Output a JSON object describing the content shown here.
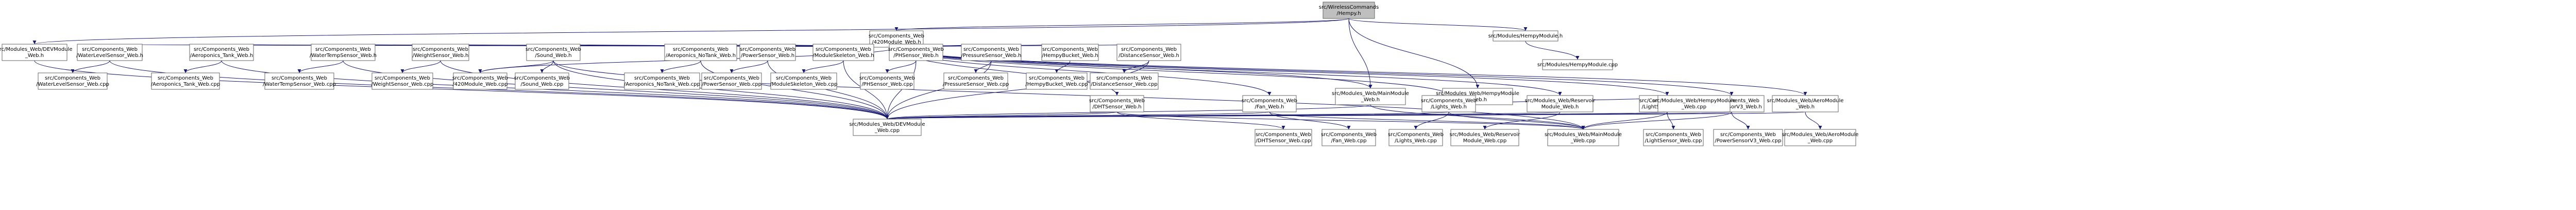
{
  "colors": {
    "edge": "#191970",
    "node_border": "#666666",
    "root_fill": "#bfbfbf",
    "node_fill": "#ffffff"
  },
  "nodes": [
    {
      "id": "root",
      "lines": [
        "src/WirelessCommands",
        "/Hempy.h"
      ]
    },
    {
      "id": "i2c",
      "lines": [
        "src/Components_Web",
        "/420Module_Web.h"
      ]
    },
    {
      "id": "mainmod",
      "lines": [
        "src/Modules_Web/MainModule",
        "_Web.h"
      ]
    },
    {
      "id": "hempymod_web",
      "lines": [
        "src/Modules_Web/HempyModule",
        "_Web.h"
      ]
    },
    {
      "id": "hempymod",
      "lines": [
        "src/Modules/HempyModule.h"
      ]
    },
    {
      "id": "hempymod_cpp",
      "lines": [
        "src/Modules/HempyModule.cpp"
      ]
    },
    {
      "id": "devmod",
      "lines": [
        "src/Modules_Web/DEVModule",
        "_Web.h"
      ]
    },
    {
      "id": "waterlevel",
      "lines": [
        "src/Components_Web",
        "/WaterLevelSensor_Web.h"
      ]
    },
    {
      "id": "aero_tank",
      "lines": [
        "src/Components_Web",
        "/Aeroponics_Tank_Web.h"
      ]
    },
    {
      "id": "watertemp",
      "lines": [
        "src/Components_Web",
        "/WaterTempSensor_Web.h"
      ]
    },
    {
      "id": "weight",
      "lines": [
        "src/Components_Web",
        "/WeightSensor_Web.h"
      ]
    },
    {
      "id": "sound",
      "lines": [
        "src/Components_Web",
        "/Sound_Web.h"
      ]
    },
    {
      "id": "aero_notank",
      "lines": [
        "src/Components_Web",
        "/Aeroponics_NoTank_Web.h"
      ]
    },
    {
      "id": "power",
      "lines": [
        "src/Components_Web",
        "/PowerSensor_Web.h"
      ]
    },
    {
      "id": "skeleton",
      "lines": [
        "src/Components_Web",
        "/ModuleSkeleton_Web.h"
      ]
    },
    {
      "id": "ph",
      "lines": [
        "src/Components_Web",
        "/PHSensor_Web.h"
      ]
    },
    {
      "id": "pressure",
      "lines": [
        "src/Components_Web",
        "/PressureSensor_Web.h"
      ]
    },
    {
      "id": "bucket",
      "lines": [
        "src/Components_Web",
        "/HempyBucket_Web.h"
      ]
    },
    {
      "id": "distance",
      "lines": [
        "src/Components_Web",
        "/DistanceSensor_Web.h"
      ]
    },
    {
      "id": "reservoir",
      "lines": [
        "src/Modules_Web/Reservoir",
        "Module_Web.h"
      ]
    },
    {
      "id": "lightsensor",
      "lines": [
        "src/Components_Web",
        "/LightSensor_Web.h"
      ]
    },
    {
      "id": "powerv3",
      "lines": [
        "src/Components_Web",
        "/PowerSensorV3_Web.h"
      ]
    },
    {
      "id": "aeromod",
      "lines": [
        "src/Modules_Web/AeroModule",
        "_Web.h"
      ]
    },
    {
      "id": "hempymod_web_cpp",
      "lines": [
        "src/Modules_Web/HempyModule",
        "_Web.cpp"
      ]
    },
    {
      "id": "dht",
      "lines": [
        "src/Components_Web",
        "/DHTSensor_Web.h"
      ]
    },
    {
      "id": "fan",
      "lines": [
        "src/Components_Web",
        "/Fan_Web.h"
      ]
    },
    {
      "id": "lights",
      "lines": [
        "src/Components_Web",
        "/Lights_Web.h"
      ]
    },
    {
      "id": "waterlevel_cpp",
      "lines": [
        "src/Components_Web",
        "/WaterLevelSensor_Web.cpp"
      ]
    },
    {
      "id": "aero_tank_cpp",
      "lines": [
        "src/Components_Web",
        "/Aeroponics_Tank_Web.cpp"
      ]
    },
    {
      "id": "watertemp_cpp",
      "lines": [
        "src/Components_Web",
        "/WaterTempSensor_Web.cpp"
      ]
    },
    {
      "id": "weight_cpp",
      "lines": [
        "src/Components_Web",
        "/WeightSensor_Web.cpp"
      ]
    },
    {
      "id": "i2c_cpp",
      "lines": [
        "src/Components_Web",
        "/420Module_Web.cpp"
      ]
    },
    {
      "id": "sound_cpp",
      "lines": [
        "src/Components_Web",
        "/Sound_Web.cpp"
      ]
    },
    {
      "id": "aero_notank_cpp",
      "lines": [
        "src/Components_Web",
        "/Aeroponics_NoTank_Web.cpp"
      ]
    },
    {
      "id": "power_cpp",
      "lines": [
        "src/Components_Web",
        "/PowerSensor_Web.cpp"
      ]
    },
    {
      "id": "skeleton_cpp",
      "lines": [
        "src/Components_Web",
        "/ModuleSkeleton_Web.cpp"
      ]
    },
    {
      "id": "ph_cpp",
      "lines": [
        "src/Components_Web",
        "/PHSensor_Web.cpp"
      ]
    },
    {
      "id": "pressure_cpp",
      "lines": [
        "src/Components_Web",
        "/PressureSensor_Web.cpp"
      ]
    },
    {
      "id": "bucket_cpp",
      "lines": [
        "src/Components_Web",
        "/HempyBucket_Web.cpp"
      ]
    },
    {
      "id": "distance_cpp",
      "lines": [
        "src/Components_Web",
        "/DistanceSensor_Web.cpp"
      ]
    },
    {
      "id": "devmod_cpp",
      "lines": [
        "src/Modules_Web/DEVModule",
        "_Web.cpp"
      ]
    },
    {
      "id": "dht_cpp",
      "lines": [
        "src/Components_Web",
        "/DHTSensor_Web.cpp"
      ]
    },
    {
      "id": "fan_cpp",
      "lines": [
        "src/Components_Web",
        "/Fan_Web.cpp"
      ]
    },
    {
      "id": "lights_cpp",
      "lines": [
        "src/Components_Web",
        "/Lights_Web.cpp"
      ]
    },
    {
      "id": "reservoir_cpp",
      "lines": [
        "src/Modules_Web/Reservoir",
        "Module_Web.cpp"
      ]
    },
    {
      "id": "mainmod_cpp",
      "lines": [
        "src/Modules_Web/MainModule",
        "_Web.cpp"
      ]
    },
    {
      "id": "lightsensor_cpp",
      "lines": [
        "src/Components_Web",
        "/LightSensor_Web.cpp"
      ]
    },
    {
      "id": "powerv3_cpp",
      "lines": [
        "src/Components_Web",
        "/PowerSensorV3_Web.cpp"
      ]
    },
    {
      "id": "aeromod_cpp",
      "lines": [
        "src/Modules_Web/AeroModule",
        "_Web.cpp"
      ]
    }
  ],
  "edges": [
    [
      "root",
      "i2c"
    ],
    [
      "root",
      "devmod"
    ],
    [
      "root",
      "mainmod"
    ],
    [
      "root",
      "hempymod_web"
    ],
    [
      "root",
      "hempymod"
    ],
    [
      "hempymod",
      "hempymod_cpp"
    ],
    [
      "hempymod_web",
      "hempymod_web_cpp"
    ],
    [
      "i2c",
      "waterlevel"
    ],
    [
      "i2c",
      "aero_tank"
    ],
    [
      "i2c",
      "watertemp"
    ],
    [
      "i2c",
      "weight"
    ],
    [
      "i2c",
      "sound"
    ],
    [
      "i2c",
      "aero_notank"
    ],
    [
      "i2c",
      "power"
    ],
    [
      "i2c",
      "skeleton"
    ],
    [
      "i2c",
      "ph"
    ],
    [
      "i2c",
      "pressure"
    ],
    [
      "i2c",
      "bucket"
    ],
    [
      "i2c",
      "distance"
    ],
    [
      "i2c",
      "mainmod"
    ],
    [
      "i2c",
      "reservoir"
    ],
    [
      "i2c",
      "lightsensor"
    ],
    [
      "i2c",
      "powerv3"
    ],
    [
      "i2c",
      "aeromod"
    ],
    [
      "i2c",
      "dht"
    ],
    [
      "i2c",
      "fan"
    ],
    [
      "i2c",
      "lights"
    ],
    [
      "i2c",
      "i2c_cpp"
    ],
    [
      "devmod",
      "devmod_cpp"
    ],
    [
      "waterlevel",
      "waterlevel_cpp"
    ],
    [
      "waterlevel",
      "devmod_cpp"
    ],
    [
      "aero_tank",
      "aero_tank_cpp"
    ],
    [
      "aero_tank",
      "devmod_cpp"
    ],
    [
      "watertemp",
      "watertemp_cpp"
    ],
    [
      "watertemp",
      "devmod_cpp"
    ],
    [
      "weight",
      "weight_cpp"
    ],
    [
      "weight",
      "devmod_cpp"
    ],
    [
      "sound",
      "sound_cpp"
    ],
    [
      "sound",
      "i2c_cpp"
    ],
    [
      "sound",
      "devmod_cpp"
    ],
    [
      "sound",
      "mainmod_cpp"
    ],
    [
      "aero_notank",
      "aero_notank_cpp"
    ],
    [
      "aero_notank",
      "devmod_cpp"
    ],
    [
      "power",
      "power_cpp"
    ],
    [
      "power",
      "devmod_cpp"
    ],
    [
      "skeleton",
      "skeleton_cpp"
    ],
    [
      "skeleton",
      "devmod_cpp"
    ],
    [
      "ph",
      "ph_cpp"
    ],
    [
      "ph",
      "devmod_cpp"
    ],
    [
      "pressure",
      "pressure_cpp"
    ],
    [
      "pressure",
      "devmod_cpp"
    ],
    [
      "bucket",
      "bucket_cpp"
    ],
    [
      "distance",
      "distance_cpp"
    ],
    [
      "distance",
      "devmod_cpp"
    ],
    [
      "mainmod",
      "mainmod_cpp"
    ],
    [
      "mainmod",
      "devmod_cpp"
    ],
    [
      "reservoir",
      "reservoir_cpp"
    ],
    [
      "reservoir",
      "devmod_cpp"
    ],
    [
      "lightsensor",
      "lightsensor_cpp"
    ],
    [
      "lightsensor",
      "devmod_cpp"
    ],
    [
      "lightsensor",
      "mainmod_cpp"
    ],
    [
      "powerv3",
      "powerv3_cpp"
    ],
    [
      "powerv3",
      "devmod_cpp"
    ],
    [
      "powerv3",
      "mainmod_cpp"
    ],
    [
      "aeromod",
      "aeromod_cpp"
    ],
    [
      "aeromod",
      "devmod_cpp"
    ],
    [
      "dht",
      "dht_cpp"
    ],
    [
      "dht",
      "devmod_cpp"
    ],
    [
      "dht",
      "mainmod_cpp"
    ],
    [
      "fan",
      "fan_cpp"
    ],
    [
      "fan",
      "devmod_cpp"
    ],
    [
      "fan",
      "mainmod_cpp"
    ],
    [
      "lights",
      "lights_cpp"
    ],
    [
      "lights",
      "devmod_cpp"
    ],
    [
      "lights",
      "mainmod_cpp"
    ]
  ]
}
